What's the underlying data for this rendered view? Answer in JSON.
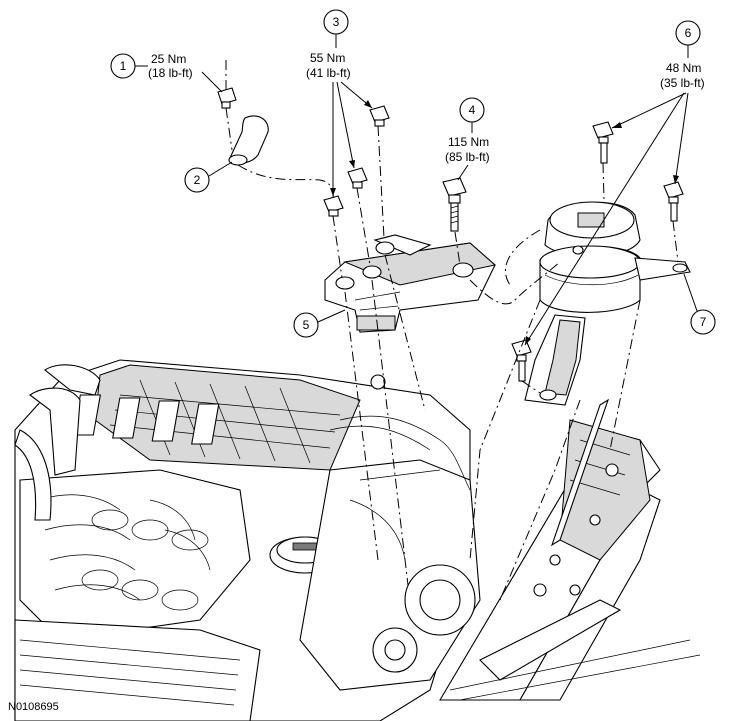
{
  "figure_id": "N0108695",
  "callouts": [
    {
      "number": "1",
      "torque_nm": "25 Nm",
      "torque_lbft": "(18 lb-ft)"
    },
    {
      "number": "2"
    },
    {
      "number": "3",
      "torque_nm": "55 Nm",
      "torque_lbft": "(41 lb-ft)"
    },
    {
      "number": "4",
      "torque_nm": "115 Nm",
      "torque_lbft": "(85 lb-ft)"
    },
    {
      "number": "5"
    },
    {
      "number": "6",
      "torque_nm": "48 Nm",
      "torque_lbft": "(35 lb-ft)"
    },
    {
      "number": "7"
    }
  ]
}
